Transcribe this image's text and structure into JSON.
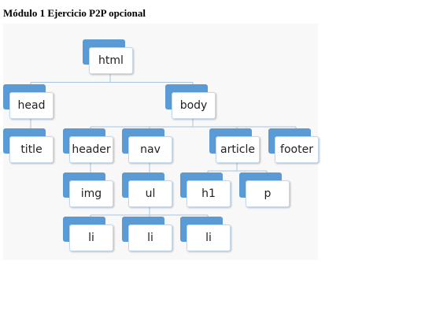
{
  "title": "Módulo 1 Ejercicio P2P opcional",
  "colors": {
    "node_back": "#5b9bd5",
    "edge": "#a9c4e0"
  },
  "nodes": {
    "html": "html",
    "head": "head",
    "body": "body",
    "title": "title",
    "header": "header",
    "nav": "nav",
    "article": "article",
    "footer": "footer",
    "img": "img",
    "ul": "ul",
    "h1": "h1",
    "p": "p",
    "li1": "li",
    "li2": "li",
    "li3": "li"
  },
  "edges": [
    [
      "html",
      "head"
    ],
    [
      "html",
      "body"
    ],
    [
      "head",
      "title"
    ],
    [
      "body",
      "header"
    ],
    [
      "body",
      "nav"
    ],
    [
      "body",
      "article"
    ],
    [
      "body",
      "footer"
    ],
    [
      "header",
      "img"
    ],
    [
      "nav",
      "ul"
    ],
    [
      "article",
      "h1"
    ],
    [
      "article",
      "p"
    ],
    [
      "ul",
      "li1"
    ],
    [
      "ul",
      "li2"
    ],
    [
      "ul",
      "li3"
    ]
  ]
}
